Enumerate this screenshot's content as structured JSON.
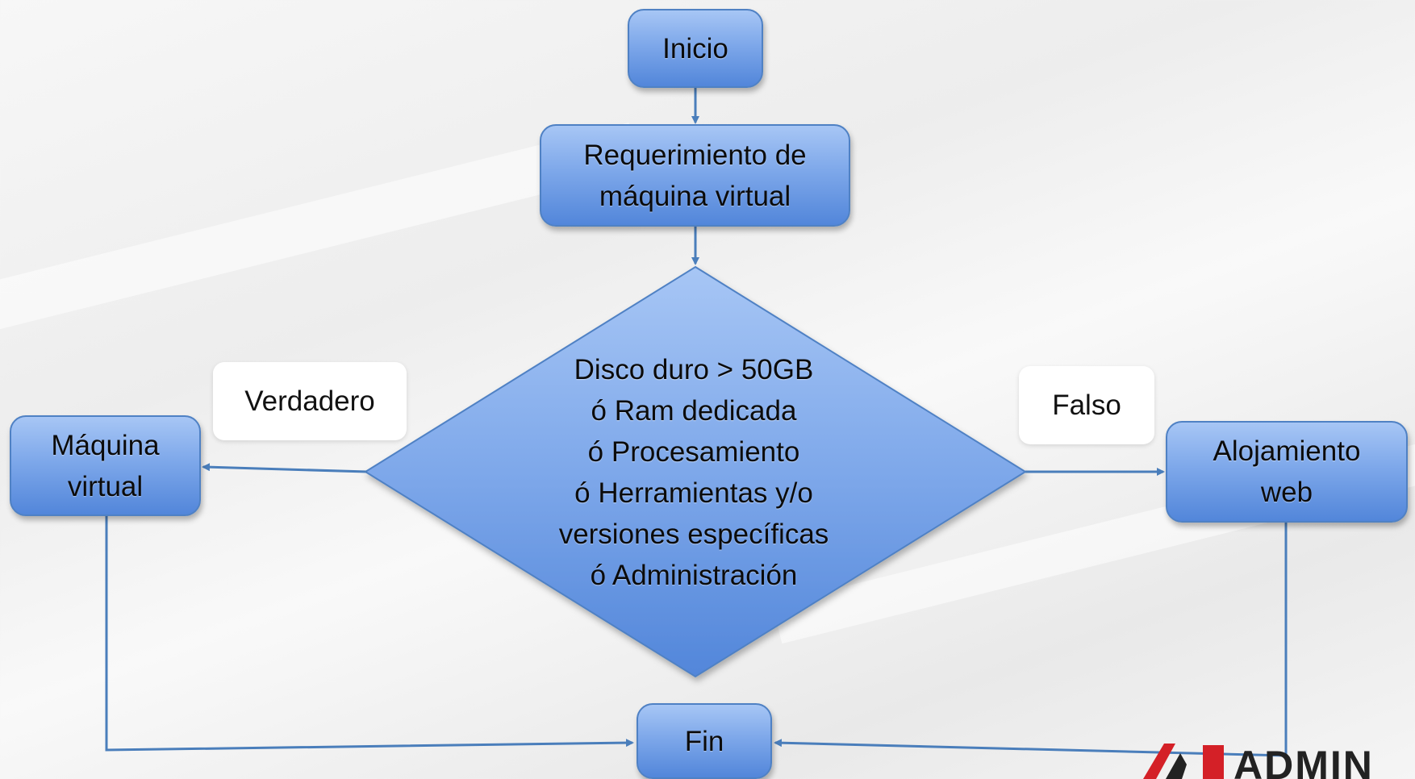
{
  "diagram": {
    "nodes": {
      "start": "Inicio",
      "request": [
        "Requerimiento de",
        "máquina virtual"
      ],
      "decision": [
        "Disco duro > 50GB",
        "ó Ram dedicada",
        "ó Procesamiento",
        "ó Herramientas y/o",
        "versiones específicas",
        "ó Administración"
      ],
      "vm": [
        "Máquina",
        "virtual"
      ],
      "hosting": [
        "Alojamiento",
        "web"
      ],
      "end": "Fin"
    },
    "branches": {
      "true_label": "Verdadero",
      "false_label": "Falso"
    },
    "logo": {
      "text": "ADMIN"
    },
    "colors": {
      "node_fill": "#7ea8ea",
      "node_border": "#4f81c4",
      "connector": "#4a7ebb",
      "logo_red": "#d42027"
    }
  }
}
